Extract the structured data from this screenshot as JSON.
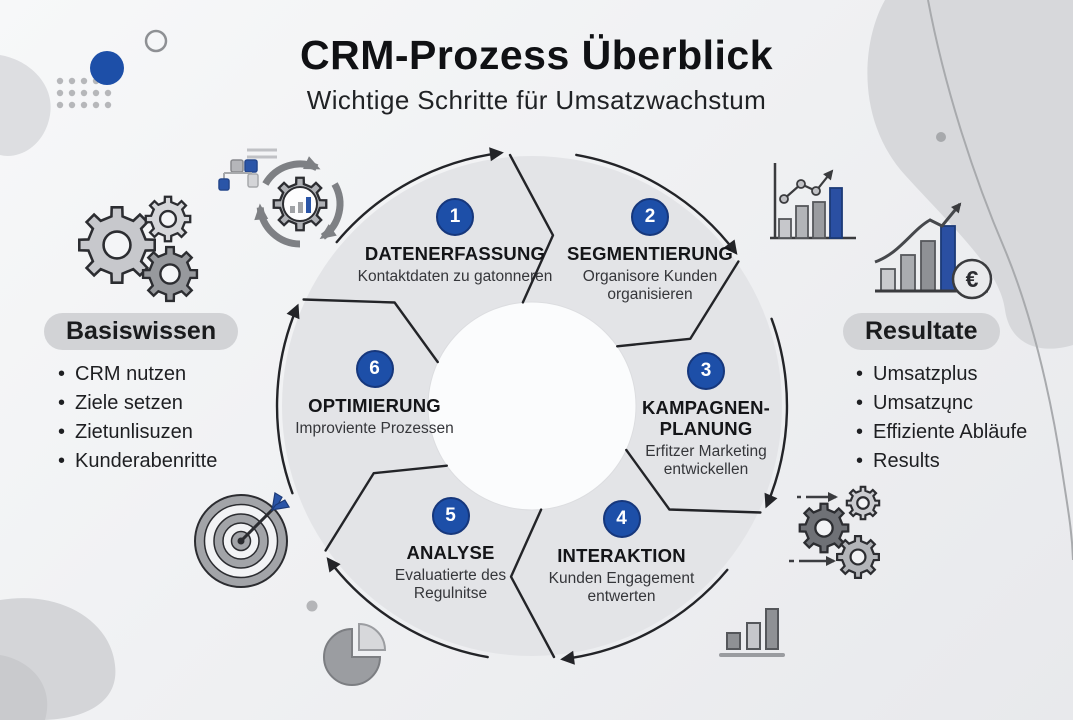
{
  "header": {
    "title": "CRM-Prozess Überblick",
    "subtitle": "Wichtige Schritte für Umsatzwachstum"
  },
  "steps": [
    {
      "number": "1",
      "title": "DATENERFASSUNG",
      "desc": "Kontaktdaten zu gatonneren"
    },
    {
      "number": "2",
      "title": "SEGMENTIERUNG",
      "desc": "Organisore Kunden organisieren"
    },
    {
      "number": "3",
      "title": "KAMPAGNEN-PLANUNG",
      "desc": "Erfitzer Marketing entwickellen"
    },
    {
      "number": "4",
      "title": "INTERAKTION",
      "desc": "Kunden Engagement entwerten"
    },
    {
      "number": "5",
      "title": "ANALYSE",
      "desc": "Evaluatierte des Regulnitse"
    },
    {
      "number": "6",
      "title": "OPTIMIERUNG",
      "desc": "Improviente Prozessen"
    }
  ],
  "left_panel": {
    "title": "Basiswissen",
    "items": [
      "CRM nutzen",
      "Ziele setzen",
      "Zietunlisuzen",
      "Kunderabenritte"
    ]
  },
  "right_panel": {
    "title": "Resultate",
    "items": [
      "Umsatzplus",
      "Umsatzųnc",
      "Effiziente Abläufe",
      "Results"
    ]
  },
  "euro_symbol": "€",
  "colors": {
    "accent_blue": "#1d4fa8",
    "dark_outline": "#232428",
    "segment_fill": "#e3e4e7",
    "pill_bg": "#d2d3d6"
  },
  "icons": {
    "top_left": "gears-icon",
    "flow": "circular-arrows-icon",
    "hierarchy": "org-chart-icon",
    "top_right": "bar-chart-trend-icon",
    "right": "growth-euro-chart-icon",
    "bottom_left": "target-dart-icon",
    "bottom_center_left": "pie-chart-icon",
    "bottom_right_gears": "gears-arrows-icon",
    "bottom_right_bars": "mini-bar-chart-icon"
  }
}
